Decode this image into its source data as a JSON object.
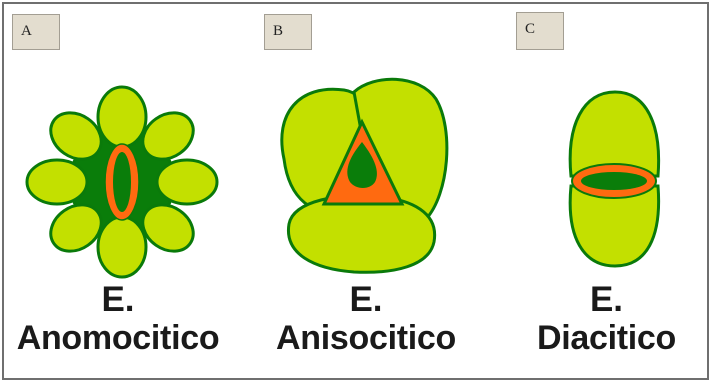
{
  "panels": [
    {
      "tag": "A",
      "caption_line1": "E.",
      "caption_line2": "Anomocitico"
    },
    {
      "tag": "B",
      "caption_line1": "E.",
      "caption_line2": "Anisocitico"
    },
    {
      "tag": "C",
      "caption_line1": "E.",
      "caption_line2": "Diacitico"
    }
  ],
  "colors": {
    "cell_fill": "#c3e000",
    "cell_stroke": "#0a7a0a",
    "dark_green": "#0a7d0a",
    "guard_orange": "#ff6a10",
    "frame_border": "#6f6f6f",
    "tag_fill": "#e3ddcf"
  }
}
